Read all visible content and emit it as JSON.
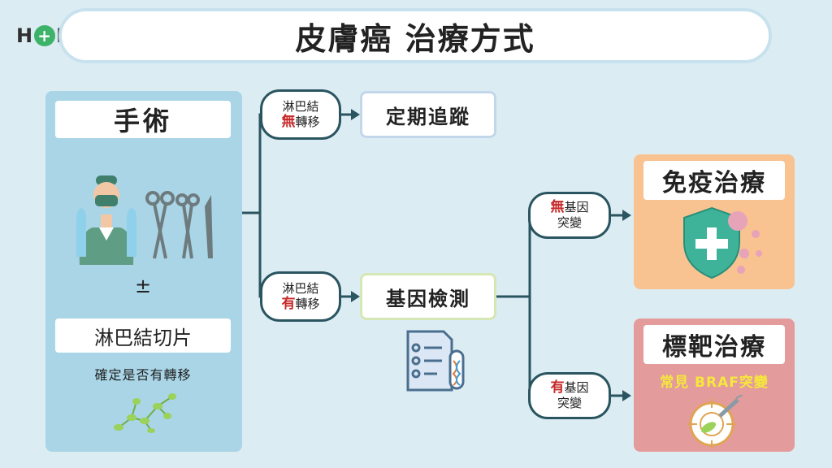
{
  "logo": {
    "pre": "H",
    "mark": "+",
    "post": "PE"
  },
  "title": "皮膚癌 治療方式",
  "surgery": {
    "label": "手術",
    "plusminus": "±",
    "biopsy_label": "淋巴結切片",
    "biopsy_note": "確定是否有轉移"
  },
  "branch_no_meta": {
    "line1": "淋巴結",
    "highlight": "無",
    "rest": "轉移",
    "result": "定期追蹤"
  },
  "branch_meta": {
    "line1": "淋巴結",
    "highlight": "有",
    "rest": "轉移",
    "result": "基因檢測"
  },
  "gene_no_mut": {
    "highlight": "無",
    "rest": "基因",
    "line2": "突變"
  },
  "gene_mut": {
    "highlight": "有",
    "rest": "基因",
    "line2": "突變"
  },
  "immunotherapy": {
    "label": "免疫治療"
  },
  "targeted": {
    "label": "標靶治療",
    "note": "常見 BRAF突變"
  },
  "colors": {
    "background": "#dcecf3",
    "left_panel": "#a9d5e6",
    "immuno_panel": "#f9c291",
    "target_panel": "#e39b9b",
    "connector": "#2a5560",
    "highlight_red": "#c62828",
    "logo_green": "#3db36a",
    "braf_yellow": "#f5e73c"
  },
  "icons": [
    "surgeon-icon",
    "surgical-tools-icon",
    "lymph-nodes-icon",
    "lab-report-icon",
    "shield-virus-icon",
    "target-syringe-icon"
  ]
}
